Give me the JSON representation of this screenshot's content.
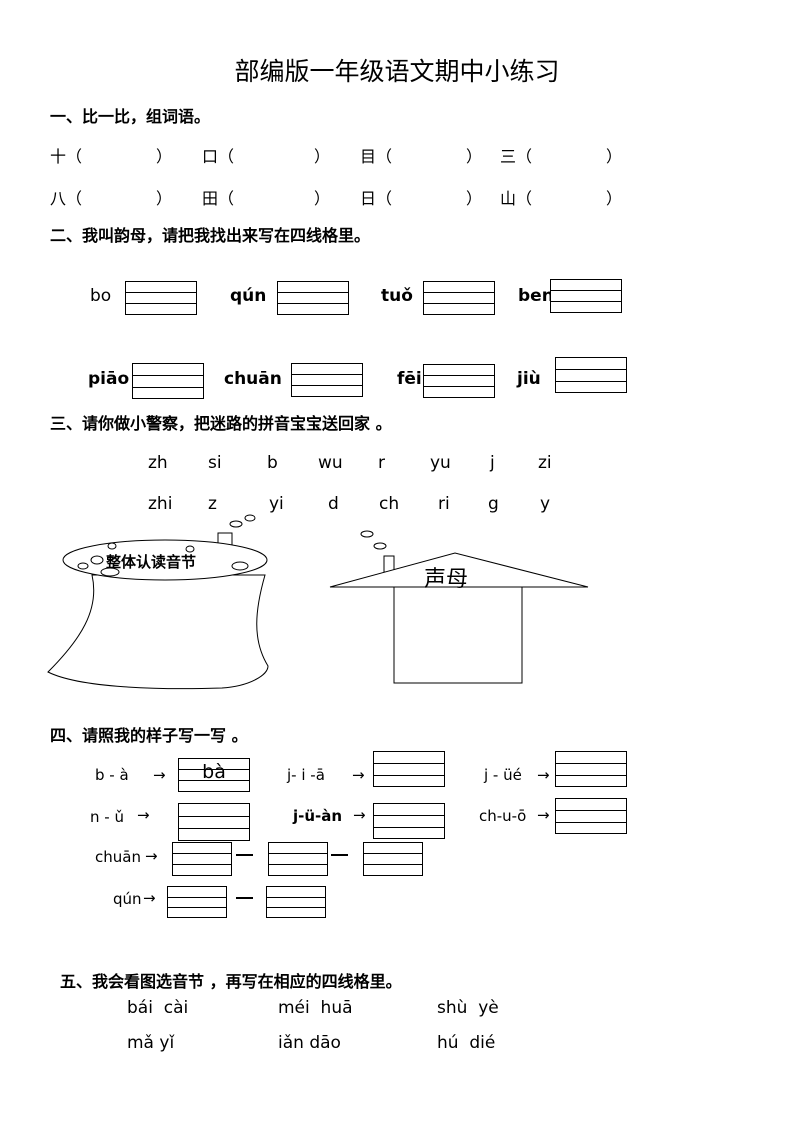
{
  "title": "部编版一年级语文期中小练习",
  "s1": {
    "heading": "一、比一比，组词语。",
    "row1": [
      "十（",
      "）",
      "口（",
      "）",
      "目（",
      "）",
      "三（",
      "）"
    ],
    "row2": [
      "八（",
      "）",
      "田（",
      "）",
      "日（",
      "）",
      "山（",
      "）"
    ]
  },
  "s2": {
    "heading": "二、我叫韵母，请把我找出来写在四线格里。",
    "row1": [
      "bo",
      "qún",
      "tuǒ",
      "ben"
    ],
    "row2": [
      "piāo",
      "chuān",
      "fēi",
      "jiù"
    ]
  },
  "s3": {
    "heading": "三、请你做小警察，把迷路的拼音宝宝送回家 。",
    "row1": [
      "zh",
      "si",
      "b",
      "wu",
      "r",
      "yu",
      "j",
      "zi"
    ],
    "row2": [
      "zhi",
      "z",
      "yi",
      "d",
      "ch",
      "ri",
      "g",
      "y"
    ],
    "pot_label": "整体认读音节",
    "house_label": "声母"
  },
  "s4": {
    "heading": "四、请照我的样子写一写 。",
    "items": [
      "b - à",
      "j- i -ā",
      "j - üé",
      "n - ǔ",
      "j-ü-àn",
      "ch-u-ō",
      "chuān",
      "qún"
    ],
    "example": "bà"
  },
  "s5": {
    "heading": "五、我会看图选音节 ，再写在相应的四线格里。",
    "row1": [
      "bái  cài",
      "méi  huā",
      "shù  yè"
    ],
    "row2": [
      "mǎ yǐ",
      "iǎn dāo",
      "hú  dié"
    ]
  }
}
